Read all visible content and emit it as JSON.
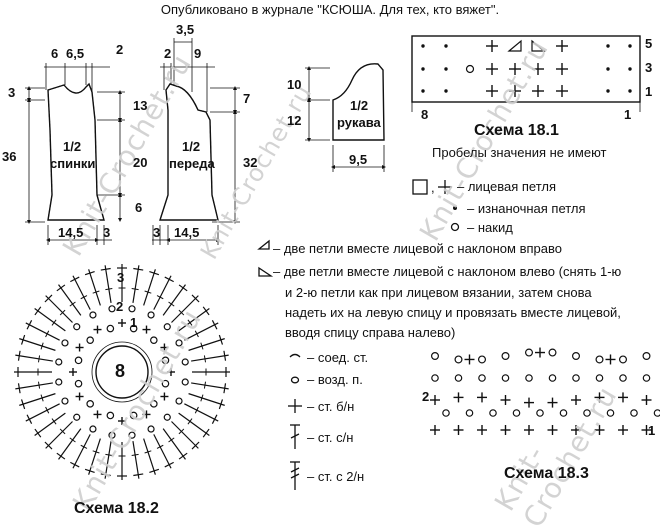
{
  "header": "Опубликовано в журнале \"КСЮША. Для тех, кто вяжет\".",
  "watermark": "Knit-Crochet.ru",
  "back_schema": {
    "top_dims": [
      "6",
      "6,5",
      "2"
    ],
    "left_dims": [
      "3",
      "36"
    ],
    "right_dims": [
      "13",
      "20",
      "6"
    ],
    "bottom_dims": [
      "14,5",
      "3"
    ],
    "label_fraction": "1/2",
    "label_name": "спинки"
  },
  "front_schema": {
    "top_dims": [
      "3,5",
      "2",
      "9"
    ],
    "right_dims": [
      "7",
      "32"
    ],
    "bottom_dims": [
      "3",
      "14,5"
    ],
    "label_fraction": "1/2",
    "label_name": "переда"
  },
  "sleeve_schema": {
    "left_dims": [
      "10",
      "12"
    ],
    "bottom_dim": "9,5",
    "label_fraction": "1/2",
    "label_name": "рукава"
  },
  "chart_18_1": {
    "row_numbers": [
      "5",
      "3",
      "1"
    ],
    "column_numbers": [
      "8",
      "1"
    ],
    "title": "Схема 18.1",
    "note": "Пробелы значения не имеют"
  },
  "legend_knit": {
    "knit": "– лицевая петля",
    "purl": "– изнаночная петля",
    "yarn_over": "– накид"
  },
  "decreases": {
    "k2tog_right": "– две петли вместе лицевой с наклоном вправо",
    "k2tog_left_lines": [
      "– две петли вместе лицевой с наклоном влево (снять 1-ю",
      "и 2-ю петли как при лицевом вязании, затем снова",
      "надеть их на левую спицу и провязать вместе лицевой,",
      "вводя спицу справа налево)"
    ]
  },
  "legend_crochet": {
    "slip_stitch": "– соед. ст.",
    "chain": "– возд. п.",
    "single_crochet": "– ст. б/н",
    "double_crochet": "– ст. с/н",
    "double_crochet_2": "– ст. с  2/н"
  },
  "chart_18_2": {
    "center_number": "8",
    "row_numbers": [
      "3",
      "2",
      "1"
    ],
    "title": "Схема 18.2"
  },
  "chart_18_3": {
    "row_numbers": [
      "2",
      "1"
    ],
    "title": "Схема 18.3"
  }
}
